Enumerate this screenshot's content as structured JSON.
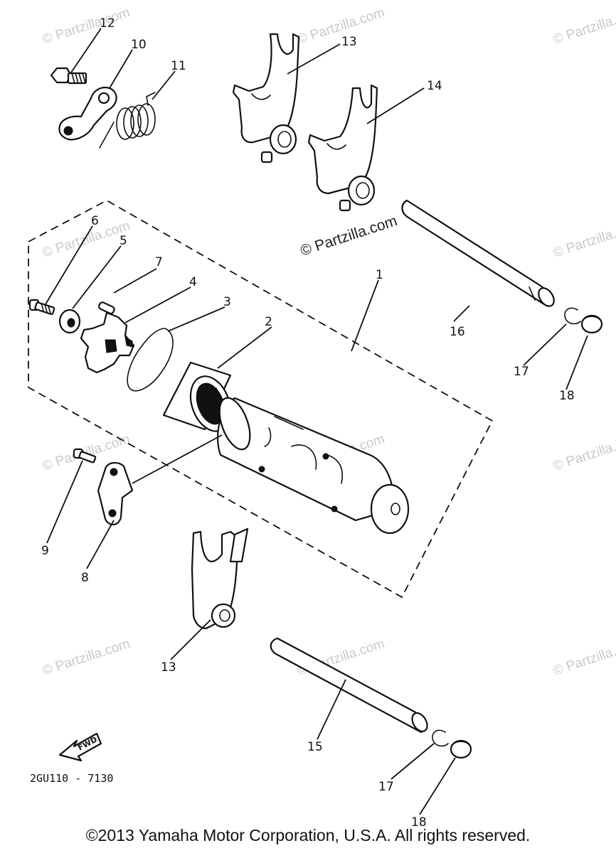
{
  "watermarks": {
    "faint": "© Partzilla.com",
    "strong": "© Partzilla.com"
  },
  "callouts": {
    "c1": "1",
    "c2": "2",
    "c3": "3",
    "c4": "4",
    "c5": "5",
    "c6": "6",
    "c7": "7",
    "c8": "8",
    "c9": "9",
    "c10": "10",
    "c11": "11",
    "c12": "12",
    "c13_top": "13",
    "c13_bottom": "13",
    "c14": "14",
    "c15": "15",
    "c16": "16",
    "c17_top": "17",
    "c17_bottom": "17",
    "c18_top": "18",
    "c18_bottom": "18"
  },
  "fwd_label": "FWD",
  "diagram_code": "2GU110 - 7130",
  "copyright": "©2013 Yamaha Motor Corporation, U.S.A. All rights reserved."
}
